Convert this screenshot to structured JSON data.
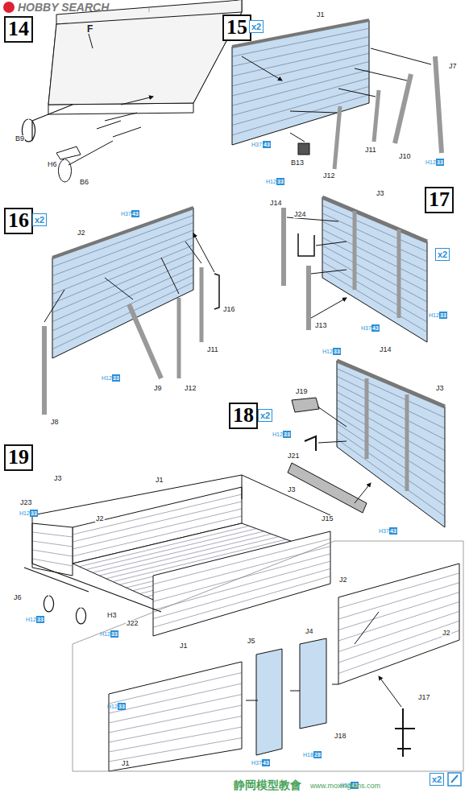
{
  "diagram": {
    "nodes": [
      {
        "text": [
          "14"
        ]
      },
      {
        "text": [
          "15"
        ]
      },
      {
        "text": [
          "x2"
        ]
      },
      {
        "text": [
          "16"
        ]
      },
      {
        "text": [
          "x2"
        ]
      },
      {
        "text": [
          "17"
        ]
      },
      {
        "text": [
          "x2"
        ]
      },
      {
        "text": [
          "18"
        ]
      },
      {
        "text": [
          "x2"
        ]
      },
      {
        "text": [
          "19"
        ]
      },
      {
        "text": [
          "x2"
        ]
      }
    ],
    "labels": [
      "HOBBY SEARCH",
      "F",
      "B9",
      "H6",
      "B6",
      "J1",
      "J7",
      "J10",
      "J11",
      "J12",
      "B13",
      "H37",
      "43",
      "H12",
      "33",
      "H12",
      "33",
      "J2",
      "H37",
      "43",
      "J16",
      "J11",
      "J12",
      "J9",
      "J8",
      "H12",
      "33",
      "J3",
      "J24",
      "J14",
      "J13",
      "J14",
      "H12",
      "33",
      "H37",
      "43",
      "H12",
      "33",
      "J19",
      "H12",
      "33",
      "J21",
      "J3",
      "J15",
      "H37",
      "43",
      "J3",
      "J1",
      "J3",
      "J2",
      "J23",
      "H12",
      "33",
      "J6",
      "H12",
      "33",
      "H3",
      "J22",
      "H12",
      "33",
      "J1",
      "J2",
      "J5",
      "J4",
      "J2",
      "H12",
      "33",
      "J1",
      "H37",
      "43",
      "J18",
      "H18",
      "28",
      "J17",
      "H37",
      "43",
      "静岡模型教會",
      "www.moxingfans.com"
    ]
  }
}
